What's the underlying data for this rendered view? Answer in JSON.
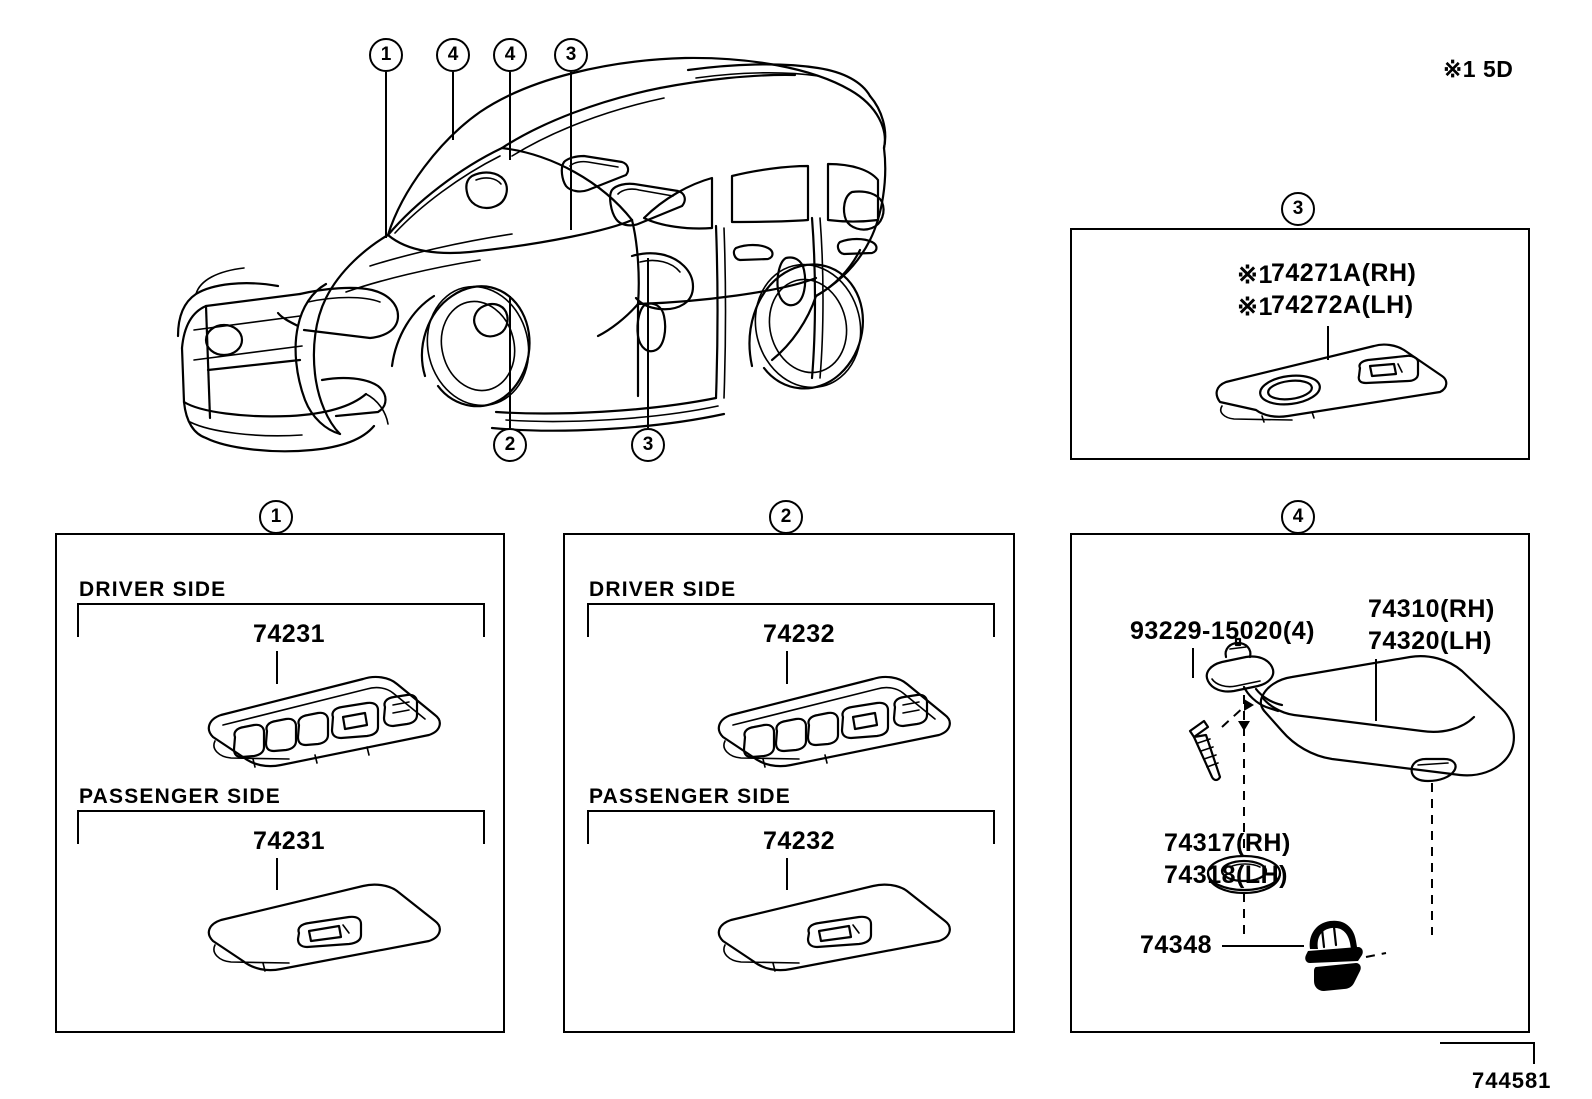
{
  "sheet": {
    "drawing_number": "744581",
    "global_note": "※1 5D"
  },
  "vehicle_callouts": [
    {
      "id": "callout-1-top",
      "label": "1"
    },
    {
      "id": "callout-4-top-a",
      "label": "4"
    },
    {
      "id": "callout-4-top-b",
      "label": "4"
    },
    {
      "id": "callout-3-top",
      "label": "3"
    },
    {
      "id": "callout-2-bottom",
      "label": "2"
    },
    {
      "id": "callout-3-bottom",
      "label": "3"
    }
  ],
  "panels": [
    {
      "key": "panel1",
      "number": "1",
      "groups": [
        {
          "heading": "DRIVER SIDE",
          "part": "74231"
        },
        {
          "heading": "PASSENGER SIDE",
          "part": "74231"
        }
      ]
    },
    {
      "key": "panel2",
      "number": "2",
      "groups": [
        {
          "heading": "DRIVER SIDE",
          "part": "74232"
        },
        {
          "heading": "PASSENGER SIDE",
          "part": "74232"
        }
      ]
    },
    {
      "key": "panel3",
      "number": "3",
      "parts": [
        {
          "note": "※1",
          "part": "74271A(RH)"
        },
        {
          "note": "※1",
          "part": "74272A(LH)"
        }
      ]
    },
    {
      "key": "panel4",
      "number": "4",
      "parts": [
        {
          "part": "93229-15020(4)"
        },
        {
          "part": "74310(RH)"
        },
        {
          "part": "74320(LH)"
        },
        {
          "part": "74317(RH)"
        },
        {
          "part": "74318(LH)"
        },
        {
          "part": "74348"
        }
      ]
    }
  ]
}
